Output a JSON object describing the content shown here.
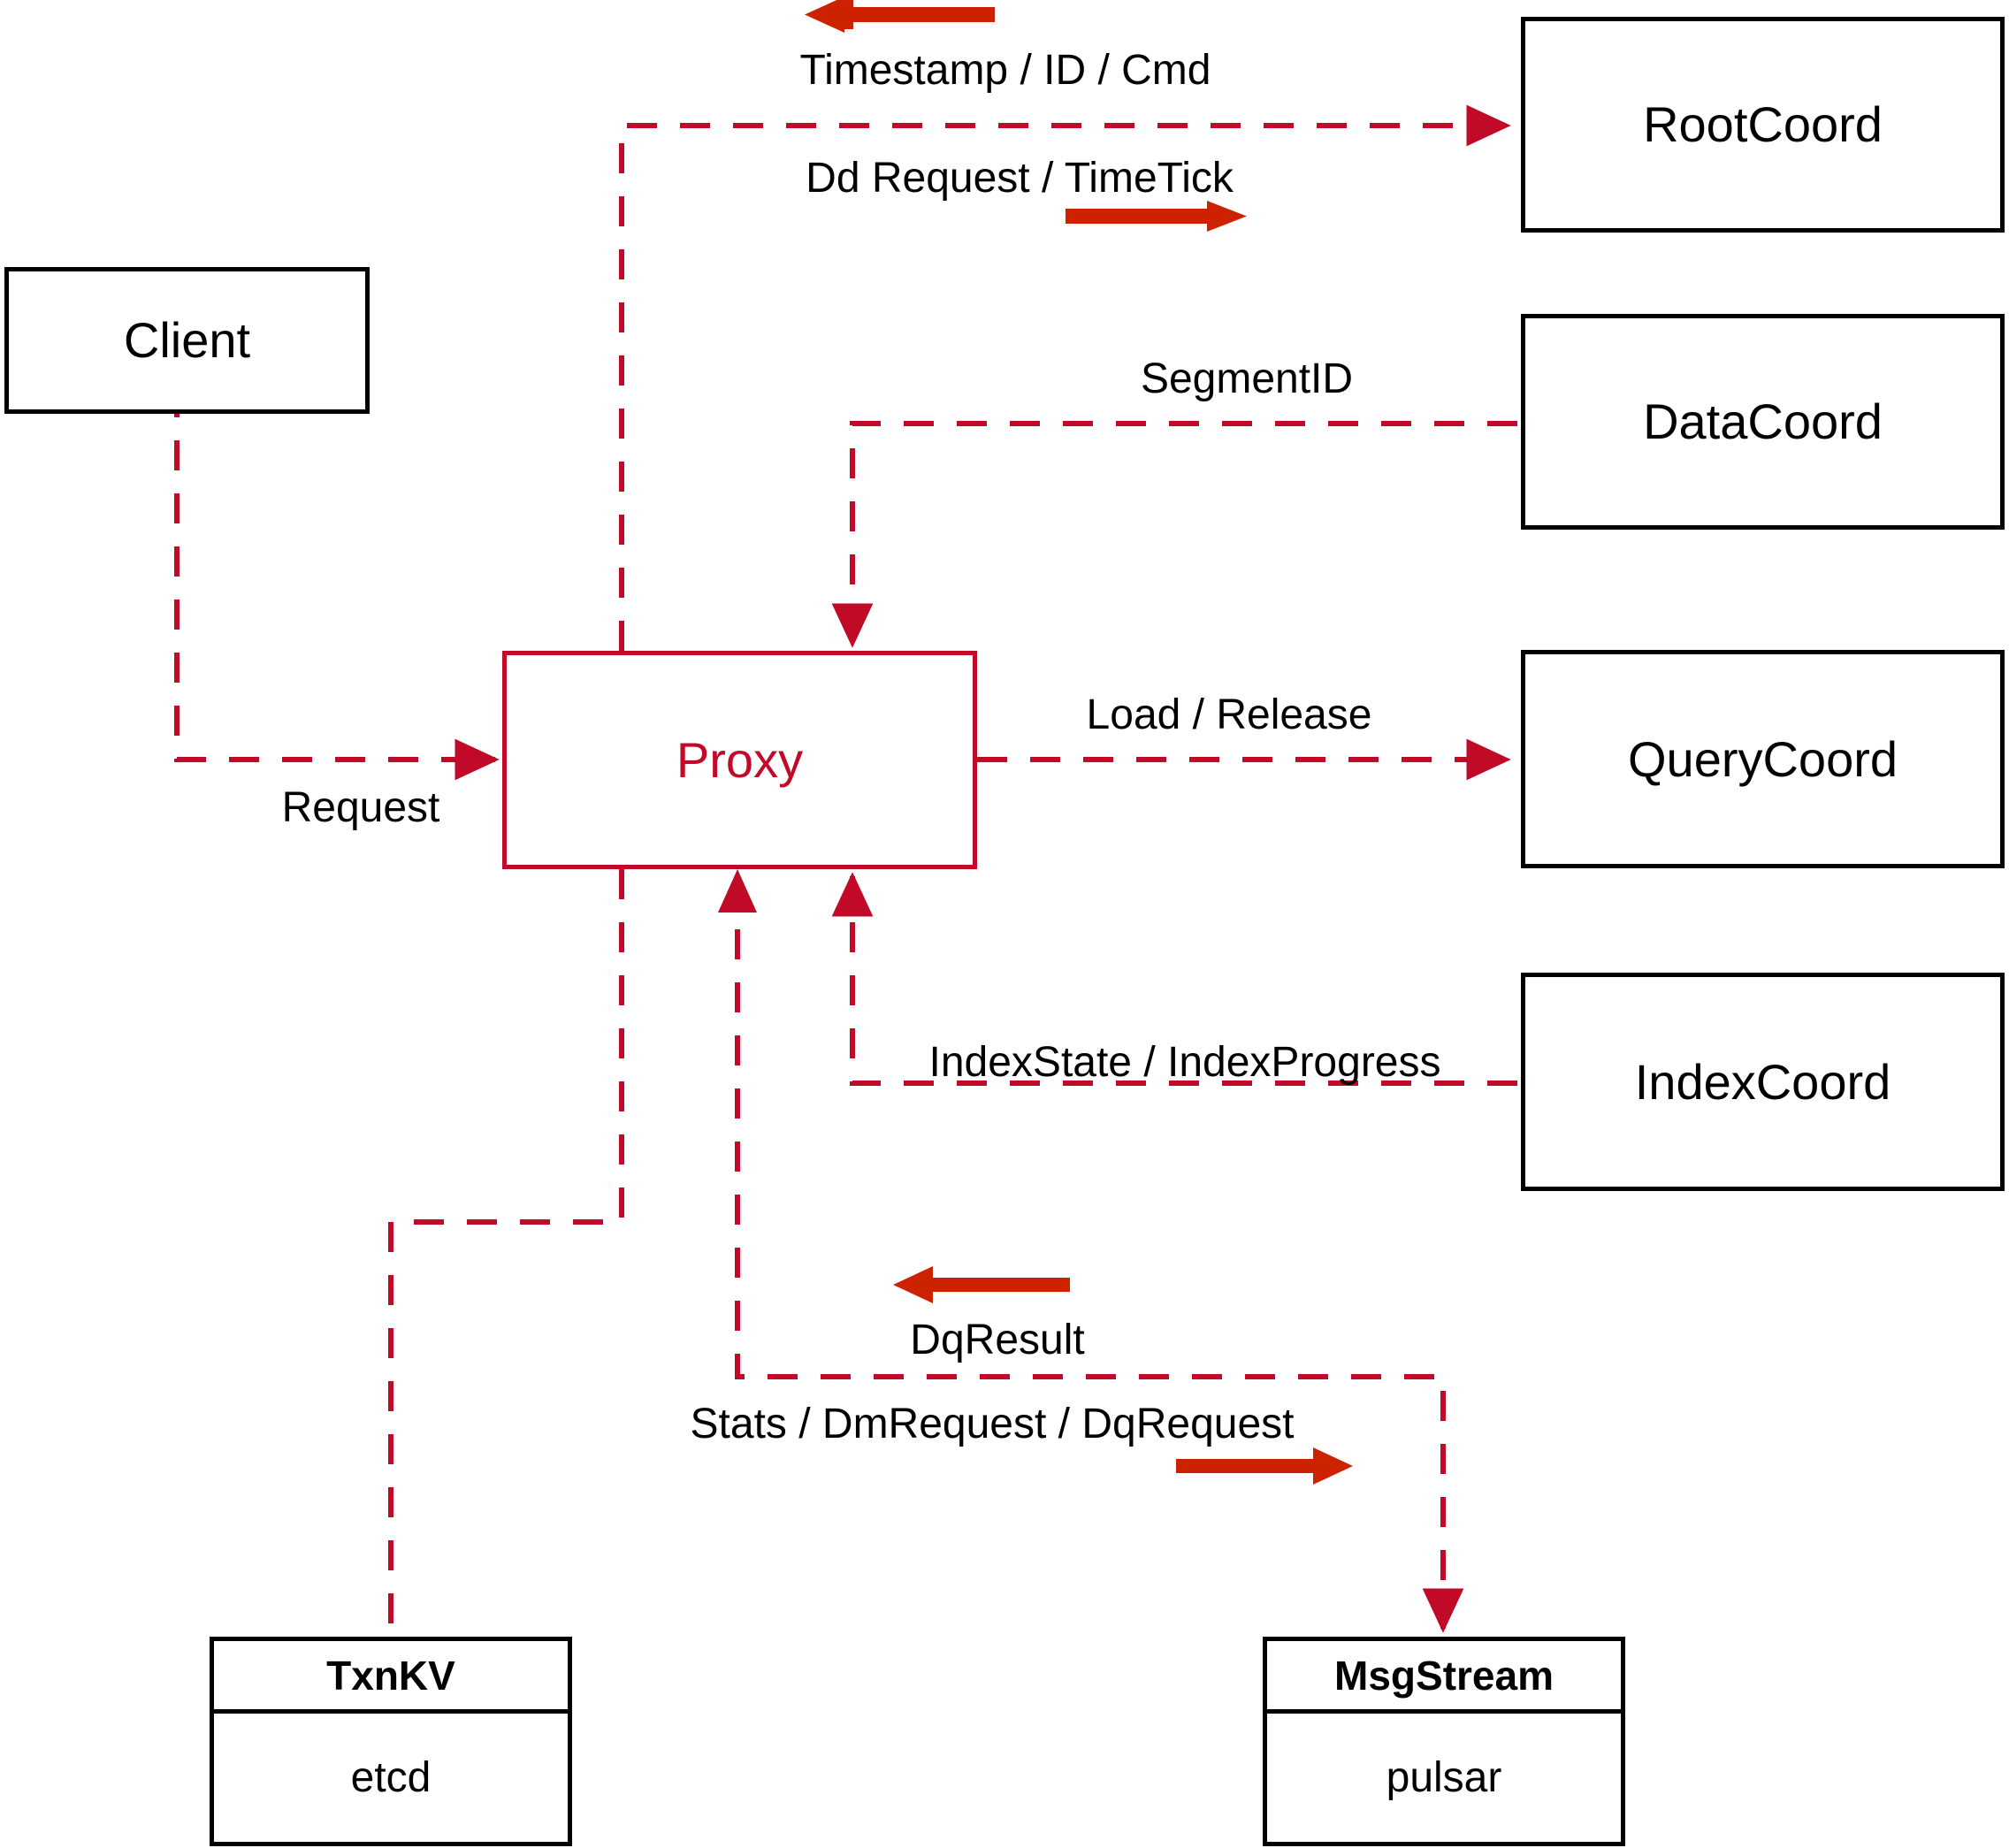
{
  "diagram": {
    "title": "Milvus Proxy interaction diagram",
    "colors": {
      "accent": "#C00A27",
      "arrow": "#CC2200",
      "outline": "#000000",
      "background": "#FFFFFF"
    },
    "nodes": [
      {
        "id": "client",
        "label": "Client",
        "style": "plain"
      },
      {
        "id": "proxy",
        "label": "Proxy",
        "style": "accent"
      },
      {
        "id": "rootcoord",
        "label": "RootCoord",
        "style": "plain"
      },
      {
        "id": "datacoord",
        "label": "DataCoord",
        "style": "plain"
      },
      {
        "id": "querycoord",
        "label": "QueryCoord",
        "style": "plain"
      },
      {
        "id": "indexcoord",
        "label": "IndexCoord",
        "style": "plain"
      }
    ],
    "stacked_nodes": [
      {
        "id": "txnkv",
        "header": "TxnKV",
        "body": "etcd"
      },
      {
        "id": "msgstream",
        "header": "MsgStream",
        "body": "pulsar"
      }
    ],
    "edge_labels": [
      {
        "id": "timestamp-id-cmd",
        "text": "Timestamp / ID / Cmd",
        "direction": "left"
      },
      {
        "id": "dd-request-timetick",
        "text": "Dd Request / TimeTick",
        "direction": "right"
      },
      {
        "id": "segmentid",
        "text": "SegmentID",
        "direction": "left"
      },
      {
        "id": "load-release",
        "text": "Load / Release",
        "direction": "right"
      },
      {
        "id": "indexstate",
        "text": "IndexState / IndexProgress",
        "direction": "left"
      },
      {
        "id": "request",
        "text": "Request",
        "direction": "right"
      },
      {
        "id": "dqresult",
        "text": "DqResult",
        "direction": "left"
      },
      {
        "id": "stats-dm-dq",
        "text": "Stats / DmRequest / DqRequest",
        "direction": "right"
      }
    ]
  }
}
